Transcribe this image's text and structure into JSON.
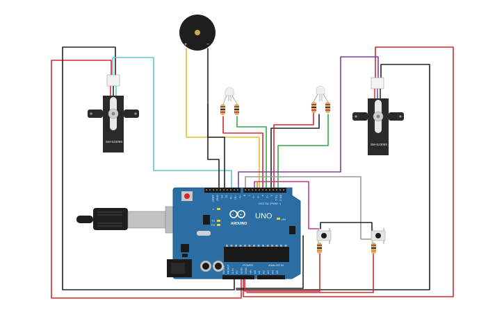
{
  "board": {
    "brand_text": "ARDUINO",
    "model_text": "UNO",
    "digital_header_label": "DIGITAL (PWM ~)",
    "power_label": "POWER",
    "analog_label": "ANALOG IN",
    "on_label": "ON",
    "tx_label": "TX",
    "rx_label": "RX",
    "l_label": "L",
    "digital_pins": [
      "AREF",
      "GND",
      "13",
      "12",
      "~11",
      "~10",
      "~9",
      "8",
      "7",
      "~6",
      "~5",
      "4",
      "~3",
      "2",
      "TX 1",
      "RX 0"
    ],
    "power_pins": [
      "IOREF",
      "RESET",
      "3.3V",
      "5V",
      "GND",
      "GND",
      "Vin"
    ],
    "analog_pins": [
      "A0",
      "A1",
      "A2",
      "A3",
      "A4",
      "A5"
    ]
  },
  "servos": [
    {
      "label": "SM-S2309S"
    },
    {
      "label": "SM-S2309S"
    }
  ],
  "buzzer": {
    "plus_label": "+",
    "minus_label": "−"
  },
  "colors": {
    "board": "#2b6ea4",
    "board_dark": "#1f5a88",
    "wire_red": "#d9262c",
    "wire_black": "#222222",
    "wire_cyan": "#5fc5cf",
    "wire_yellow": "#e4c21c",
    "wire_green": "#33a648",
    "wire_purple": "#7a3fa0",
    "wire_gray": "#9a9a9a",
    "wire_magenta": "#c13a8d",
    "wire_orange": "#e08a1e"
  }
}
